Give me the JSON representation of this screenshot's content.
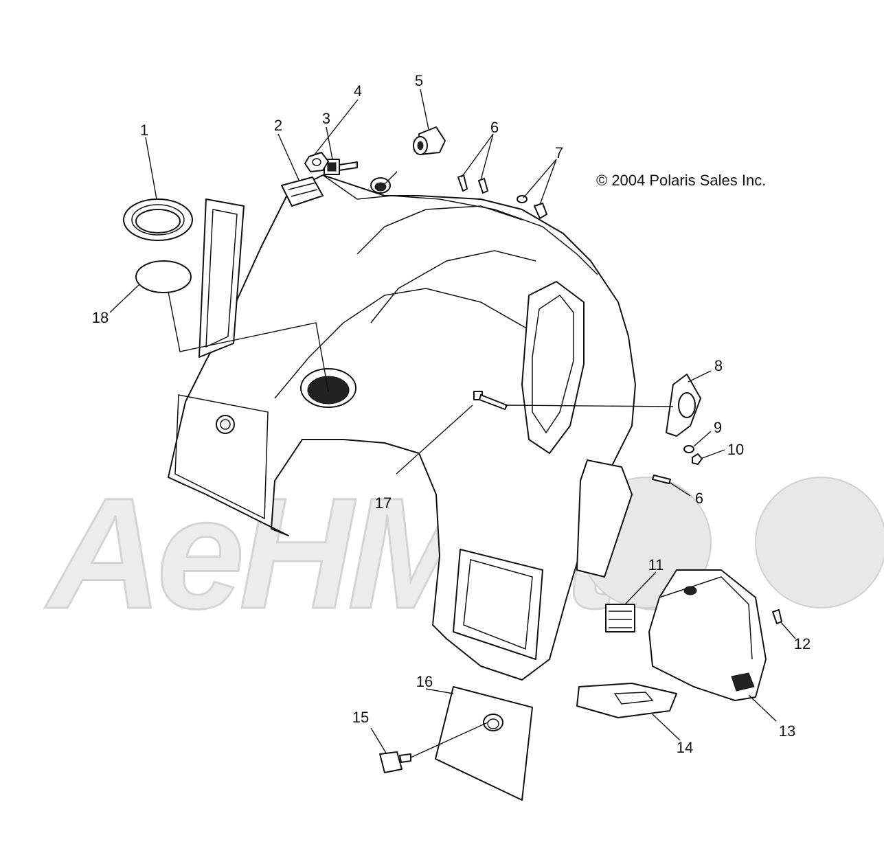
{
  "copyright": "© 2004 Polaris Sales Inc.",
  "watermark_text": "AeHMoto",
  "callouts": [
    {
      "id": "1",
      "label": "1"
    },
    {
      "id": "2",
      "label": "2"
    },
    {
      "id": "3",
      "label": "3"
    },
    {
      "id": "4",
      "label": "4"
    },
    {
      "id": "5",
      "label": "5"
    },
    {
      "id": "6a",
      "label": "6"
    },
    {
      "id": "6b",
      "label": "6"
    },
    {
      "id": "7",
      "label": "7"
    },
    {
      "id": "8",
      "label": "8"
    },
    {
      "id": "9",
      "label": "9"
    },
    {
      "id": "10",
      "label": "10"
    },
    {
      "id": "11",
      "label": "11"
    },
    {
      "id": "12",
      "label": "12"
    },
    {
      "id": "13",
      "label": "13"
    },
    {
      "id": "14",
      "label": "14"
    },
    {
      "id": "15",
      "label": "15"
    },
    {
      "id": "16",
      "label": "16"
    },
    {
      "id": "17",
      "label": "17"
    },
    {
      "id": "18",
      "label": "18"
    }
  ]
}
